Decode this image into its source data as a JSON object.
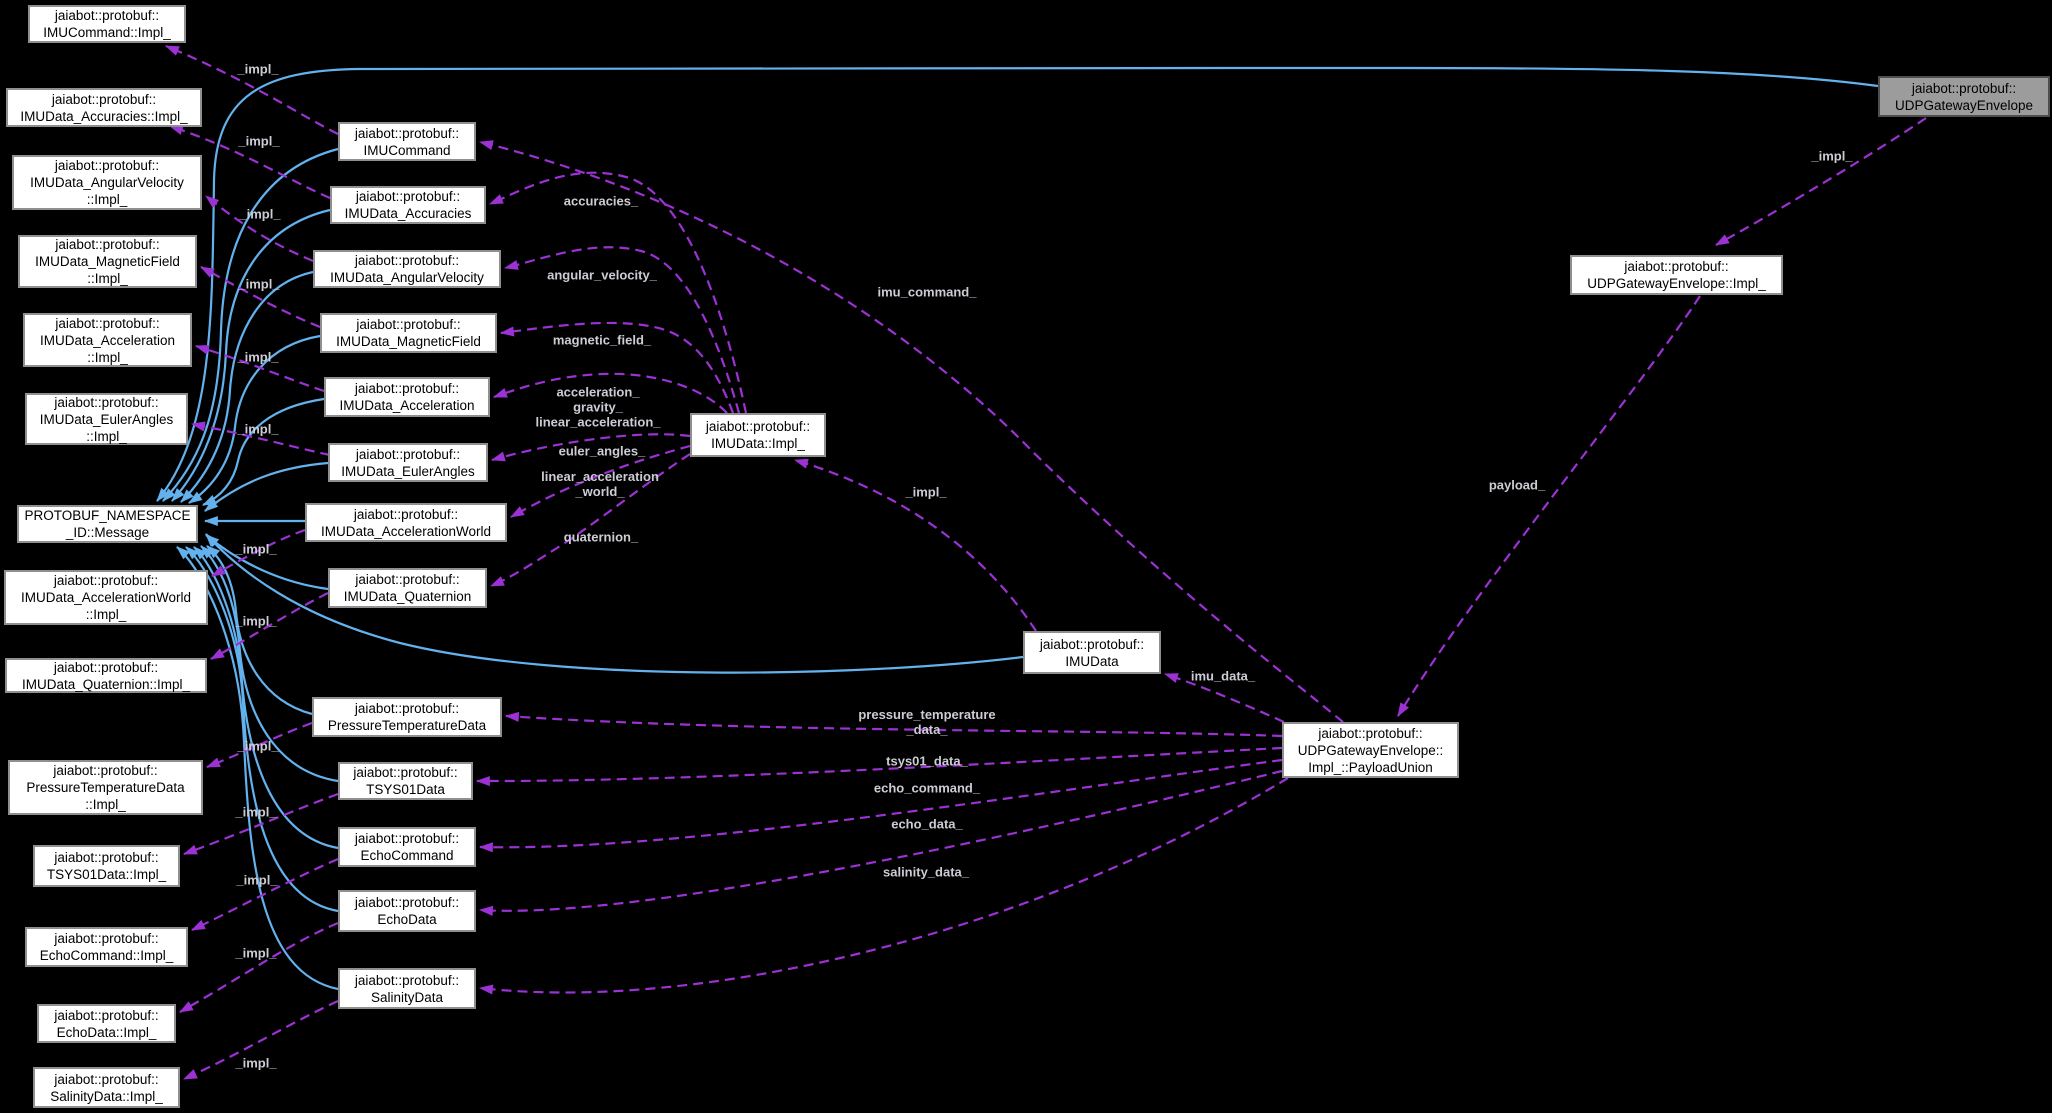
{
  "diagram": {
    "kind": "collaboration-graph",
    "colors": {
      "background": "#000000",
      "inheritance_edge": "#63b2ee",
      "usage_edge": "#9c31d4",
      "edge_label_text": "#ccccd4",
      "node_fill": "#ffffff",
      "node_border": "#8f8f8f",
      "node_text": "#000000",
      "highlight_node_fill": "#9c9c9c"
    },
    "nodes": [
      {
        "id": "imucommand-impl",
        "label": "jaiabot::protobuf::\nIMUCommand::Impl_",
        "highlight": false
      },
      {
        "id": "accuracies-impl",
        "label": "jaiabot::protobuf::\nIMUData_Accuracies::Impl_",
        "highlight": false
      },
      {
        "id": "angularvelocity-impl",
        "label": "jaiabot::protobuf::\nIMUData_AngularVelocity\n::Impl_",
        "highlight": false
      },
      {
        "id": "magneticfield-impl",
        "label": "jaiabot::protobuf::\nIMUData_MagneticField\n::Impl_",
        "highlight": false
      },
      {
        "id": "acceleration-impl",
        "label": "jaiabot::protobuf::\nIMUData_Acceleration\n::Impl_",
        "highlight": false
      },
      {
        "id": "eulerangles-impl",
        "label": "jaiabot::protobuf::\nIMUData_EulerAngles\n::Impl_",
        "highlight": false
      },
      {
        "id": "message",
        "label": "PROTOBUF_NAMESPACE\n_ID::Message",
        "highlight": false
      },
      {
        "id": "accelerationworld-impl",
        "label": "jaiabot::protobuf::\nIMUData_AccelerationWorld\n::Impl_",
        "highlight": false
      },
      {
        "id": "quaternion-impl",
        "label": "jaiabot::protobuf::\nIMUData_Quaternion::Impl_",
        "highlight": false
      },
      {
        "id": "pressuretemperaturedata-impl",
        "label": "jaiabot::protobuf::\nPressureTemperatureData\n::Impl_",
        "highlight": false
      },
      {
        "id": "tsys01data-impl",
        "label": "jaiabot::protobuf::\nTSYS01Data::Impl_",
        "highlight": false
      },
      {
        "id": "echocommand-impl",
        "label": "jaiabot::protobuf::\nEchoCommand::Impl_",
        "highlight": false
      },
      {
        "id": "echodata-impl",
        "label": "jaiabot::protobuf::\nEchoData::Impl_",
        "highlight": false
      },
      {
        "id": "salinitydata-impl",
        "label": "jaiabot::protobuf::\nSalinityData::Impl_",
        "highlight": false
      },
      {
        "id": "imucommand",
        "label": "jaiabot::protobuf::\nIMUCommand",
        "highlight": false
      },
      {
        "id": "accuracies",
        "label": "jaiabot::protobuf::\nIMUData_Accuracies",
        "highlight": false
      },
      {
        "id": "angularvelocity",
        "label": "jaiabot::protobuf::\nIMUData_AngularVelocity",
        "highlight": false
      },
      {
        "id": "magneticfield",
        "label": "jaiabot::protobuf::\nIMUData_MagneticField",
        "highlight": false
      },
      {
        "id": "acceleration",
        "label": "jaiabot::protobuf::\nIMUData_Acceleration",
        "highlight": false
      },
      {
        "id": "eulerangles",
        "label": "jaiabot::protobuf::\nIMUData_EulerAngles",
        "highlight": false
      },
      {
        "id": "accelerationworld",
        "label": "jaiabot::protobuf::\nIMUData_AccelerationWorld",
        "highlight": false
      },
      {
        "id": "quaternion",
        "label": "jaiabot::protobuf::\nIMUData_Quaternion",
        "highlight": false
      },
      {
        "id": "pressuretemperaturedata",
        "label": "jaiabot::protobuf::\nPressureTemperatureData",
        "highlight": false
      },
      {
        "id": "tsys01data",
        "label": "jaiabot::protobuf::\nTSYS01Data",
        "highlight": false
      },
      {
        "id": "echocommand",
        "label": "jaiabot::protobuf::\nEchoCommand",
        "highlight": false
      },
      {
        "id": "echodata",
        "label": "jaiabot::protobuf::\nEchoData",
        "highlight": false
      },
      {
        "id": "salinitydata",
        "label": "jaiabot::protobuf::\nSalinityData",
        "highlight": false
      },
      {
        "id": "imudata-impl",
        "label": "jaiabot::protobuf::\nIMUData::Impl_",
        "highlight": false
      },
      {
        "id": "imudata",
        "label": "jaiabot::protobuf::\nIMUData",
        "highlight": false
      },
      {
        "id": "udpgatewayenvelope",
        "label": "jaiabot::protobuf::\nUDPGatewayEnvelope",
        "highlight": true
      },
      {
        "id": "udpgatewayenvelope-impl",
        "label": "jaiabot::protobuf::\nUDPGatewayEnvelope::Impl_",
        "highlight": false
      },
      {
        "id": "payloadunion",
        "label": "jaiabot::protobuf::\nUDPGatewayEnvelope::\nImpl_::PayloadUnion",
        "highlight": false
      }
    ],
    "edge_labels": [
      {
        "id": "impl-imucommand",
        "text": "_impl_"
      },
      {
        "id": "impl-accuracies",
        "text": "_impl_"
      },
      {
        "id": "impl-angularvelocity",
        "text": "_impl_"
      },
      {
        "id": "impl-magneticfield",
        "text": "_impl_"
      },
      {
        "id": "impl-acceleration",
        "text": "_impl_"
      },
      {
        "id": "impl-eulerangles",
        "text": "_impl_"
      },
      {
        "id": "impl-accelerationworld",
        "text": "_impl_"
      },
      {
        "id": "impl-quaternion",
        "text": "_impl_"
      },
      {
        "id": "impl-pressuretemperaturedata",
        "text": "_impl_"
      },
      {
        "id": "impl-tsys01data",
        "text": "_impl_"
      },
      {
        "id": "impl-echocommand",
        "text": "_impl_"
      },
      {
        "id": "impl-echodata",
        "text": "_impl_"
      },
      {
        "id": "impl-salinitydata",
        "text": "_impl_"
      },
      {
        "id": "accuracies",
        "text": "accuracies_"
      },
      {
        "id": "angular-velocity",
        "text": "angular_velocity_"
      },
      {
        "id": "magnetic-field",
        "text": "magnetic_field_"
      },
      {
        "id": "acceleration-group",
        "text": "acceleration_\ngravity_\nlinear_acceleration_"
      },
      {
        "id": "euler-angles",
        "text": "euler_angles_"
      },
      {
        "id": "linear-acceleration-world",
        "text": "linear_acceleration\n_world_"
      },
      {
        "id": "quaternion",
        "text": "quaternion_"
      },
      {
        "id": "imu-command",
        "text": "imu_command_"
      },
      {
        "id": "impl-imudata",
        "text": "_impl_"
      },
      {
        "id": "imu-data",
        "text": "imu_data_"
      },
      {
        "id": "pressure-temperature-data",
        "text": "pressure_temperature\n_data_"
      },
      {
        "id": "tsys01-data",
        "text": "tsys01_data_"
      },
      {
        "id": "echo-command",
        "text": "echo_command_"
      },
      {
        "id": "echo-data",
        "text": "echo_data_"
      },
      {
        "id": "salinity-data",
        "text": "salinity_data_"
      },
      {
        "id": "payload",
        "text": "payload_"
      },
      {
        "id": "impl-udp",
        "text": "_impl_"
      }
    ]
  }
}
